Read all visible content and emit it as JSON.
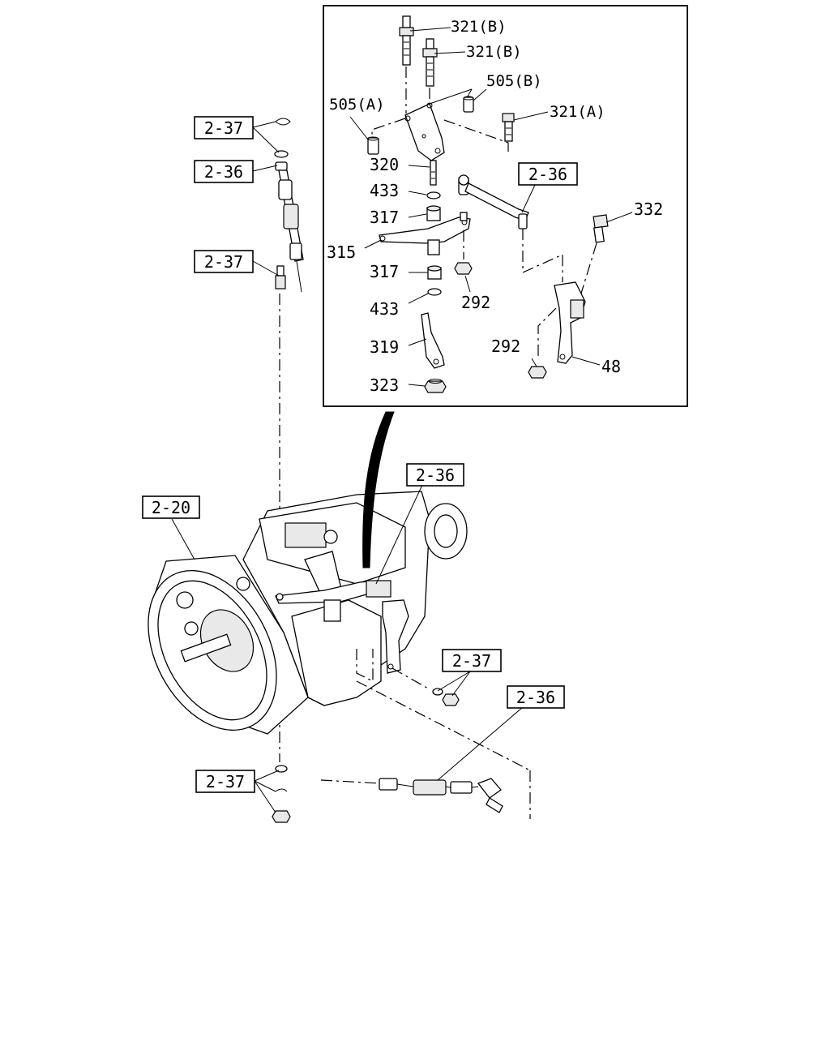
{
  "callouts": {
    "c237_top": "2-37",
    "c236_top": "2-36",
    "c237_mid": "2-37",
    "c220": "2-20",
    "c236_inset": "2-36",
    "c236_center": "2-36",
    "c237_right": "2-37",
    "c236_lower": "2-36",
    "c237_bottom": "2-37"
  },
  "parts": {
    "p321b_1": "321(B)",
    "p321b_2": "321(B)",
    "p505b": "505(B)",
    "p505a": "505(A)",
    "p321a": "321(A)",
    "p320": "320",
    "p433_1": "433",
    "p317_1": "317",
    "p315": "315",
    "p317_2": "317",
    "p433_2": "433",
    "p292_1": "292",
    "p319": "319",
    "p323": "323",
    "p332": "332",
    "p292_2": "292",
    "p48": "48"
  }
}
